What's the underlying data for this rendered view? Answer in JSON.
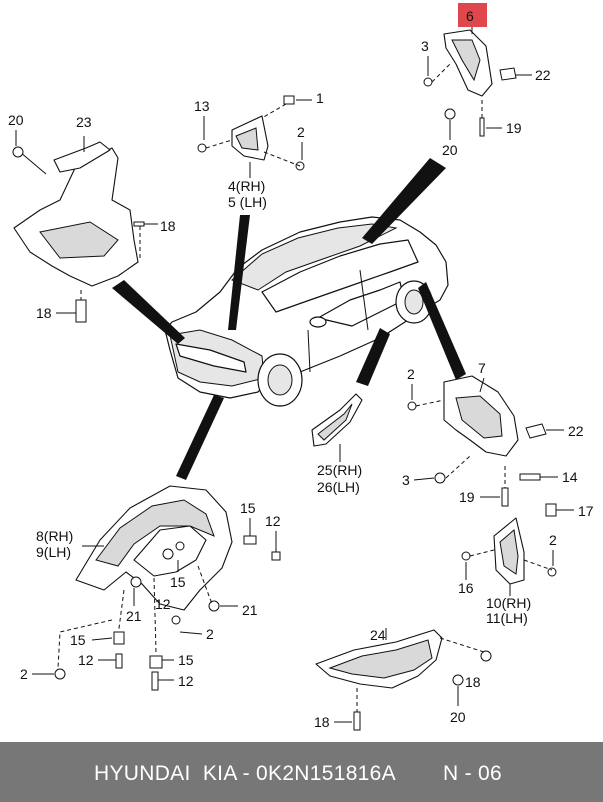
{
  "diagram": {
    "callouts": {
      "c1": "1",
      "c2a": "2",
      "c3a": "3",
      "c6": "6",
      "c13": "13",
      "c18a": "18",
      "c18b": "18",
      "c19a": "19",
      "c20a": "20",
      "c20b": "20",
      "c22a": "22",
      "c23": "23",
      "c45": "4(RH)",
      "c45b": "5 (LH)",
      "c7": "7",
      "c2b": "2",
      "c22b": "22",
      "c3b": "3",
      "c14": "14",
      "c19b": "19",
      "c25": "25(RH)",
      "c26": "26(LH)",
      "c8": "8(RH)",
      "c9": "9(LH)",
      "c15a": "15",
      "c12a": "12",
      "c15b": "15",
      "c21a": "21",
      "c12b": "12",
      "c21b": "21",
      "c2c": "2",
      "c15c": "15",
      "c12c": "12",
      "c2d": "2",
      "c15d": "15",
      "c12d": "12",
      "c17": "17",
      "c2e": "2",
      "c16": "16",
      "c10": "10(RH)",
      "c11": "11(LH)",
      "c24": "24",
      "c18c": "18",
      "c18d": "18",
      "c20c": "20"
    },
    "highlight_color": "#e0474c"
  },
  "footer": {
    "catalog": "HYUNDAI  KIA - 0K2N151816A",
    "page": "N - 06",
    "background": "#777777"
  }
}
